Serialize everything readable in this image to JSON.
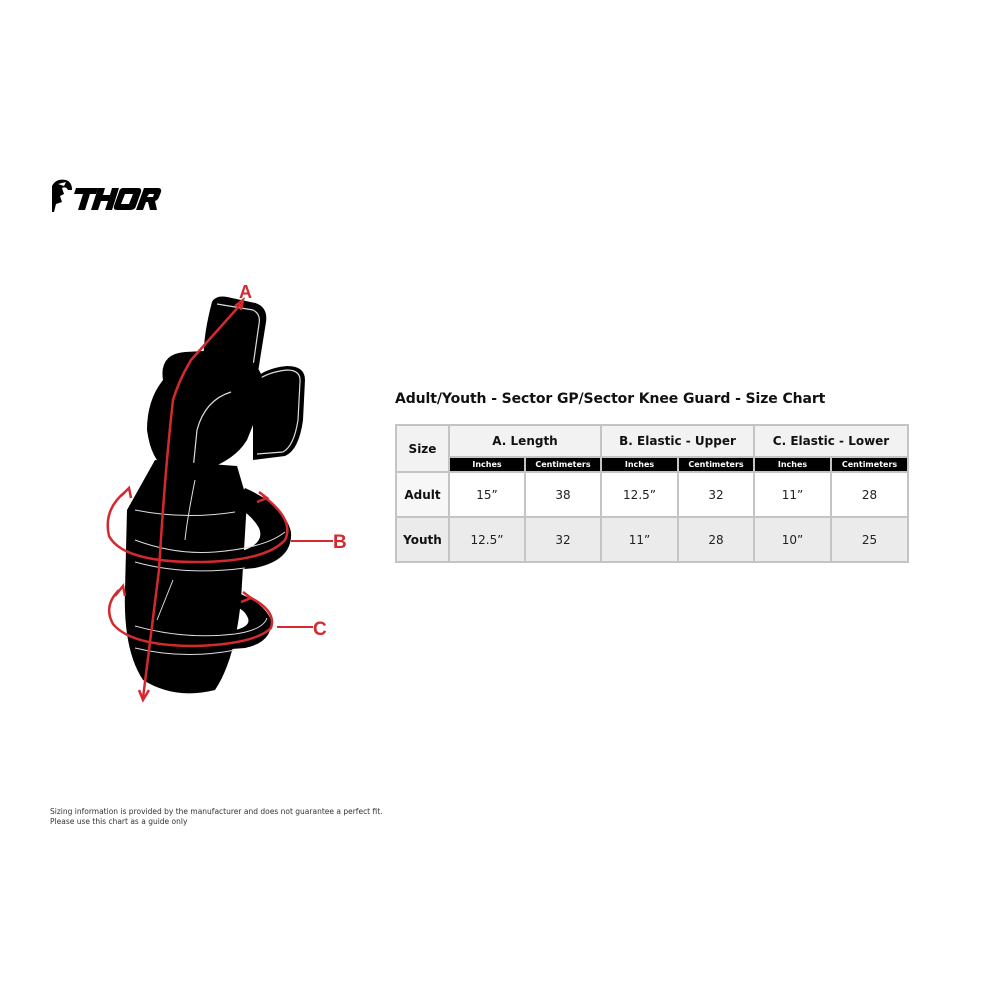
{
  "brand": {
    "name": "THOR",
    "logo_icon": "thor-helmet-logo-icon"
  },
  "illustration": {
    "subject": "knee-guard",
    "labels": {
      "a": "A",
      "b": "B",
      "c": "C"
    },
    "accent_color": "#d42a2f",
    "body_color": "#000000"
  },
  "chart": {
    "title": "Adult/Youth - Sector GP/Sector Knee Guard - Size Chart",
    "size_header": "Size",
    "groups": [
      {
        "label": "A. Length"
      },
      {
        "label": "B. Elastic - Upper"
      },
      {
        "label": "C. Elastic - Lower"
      }
    ],
    "sub_headers": [
      "Inches",
      "Centimeters",
      "Inches",
      "Centimeters",
      "Inches",
      "Centimeters"
    ],
    "rows": [
      {
        "size": "Adult",
        "values": [
          "15”",
          "38",
          "12.5”",
          "32",
          "11”",
          "28"
        ]
      },
      {
        "size": "Youth",
        "values": [
          "12.5”",
          "32",
          "11”",
          "28",
          "10”",
          "25"
        ]
      }
    ]
  },
  "chart_data": {
    "type": "table",
    "title": "Adult/Youth - Sector GP/Sector Knee Guard - Size Chart",
    "columns": [
      "Size",
      "A. Length (Inches)",
      "A. Length (Centimeters)",
      "B. Elastic - Upper (Inches)",
      "B. Elastic - Upper (Centimeters)",
      "C. Elastic - Lower (Inches)",
      "C. Elastic - Lower (Centimeters)"
    ],
    "rows": [
      [
        "Adult",
        "15”",
        "38",
        "12.5”",
        "32",
        "11”",
        "28"
      ],
      [
        "Youth",
        "12.5”",
        "32",
        "11”",
        "28",
        "10”",
        "25"
      ]
    ]
  },
  "disclaimer": {
    "line1": "Sizing information is provided by the manufacturer and does not guarantee a perfect fit.",
    "line2": "Please use this chart as a guide only"
  }
}
